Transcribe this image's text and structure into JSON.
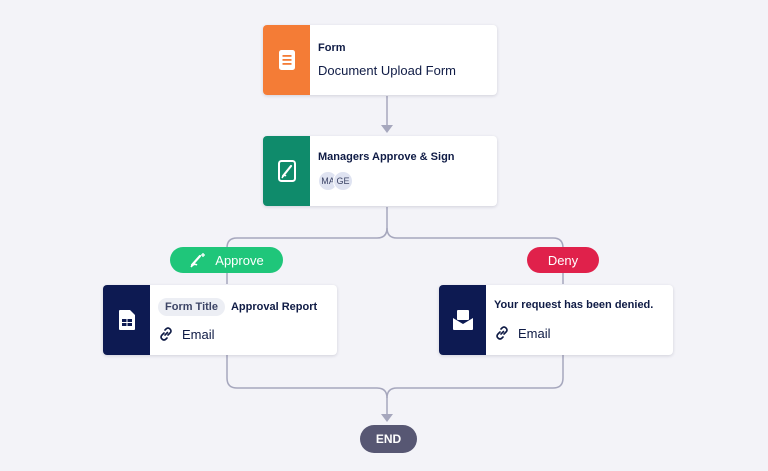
{
  "nodes": {
    "form": {
      "title": "Form",
      "subtitle": "Document Upload Form",
      "color": "#f47c36",
      "icon": "document-icon"
    },
    "approval": {
      "title": "Managers Approve & Sign",
      "avatars": [
        "MA",
        "GE"
      ],
      "color": "#0f8b6b",
      "icon": "pen-sign-icon"
    },
    "approve_email": {
      "chip": "Form Title",
      "title": "Approval Report",
      "action": "Email",
      "color": "#0d1a52",
      "icon": "spreadsheet-icon"
    },
    "deny_email": {
      "title": "Your request has been denied.",
      "action": "Email",
      "color": "#0d1a52",
      "icon": "envelope-icon"
    }
  },
  "branches": {
    "approve": {
      "label": "Approve",
      "color": "#1fc67a",
      "icon": "sign-pen-icon"
    },
    "deny": {
      "label": "Deny",
      "color": "#e0214b"
    }
  },
  "end": {
    "label": "END",
    "color": "#575773"
  },
  "connector_color": "#a6a7bd"
}
